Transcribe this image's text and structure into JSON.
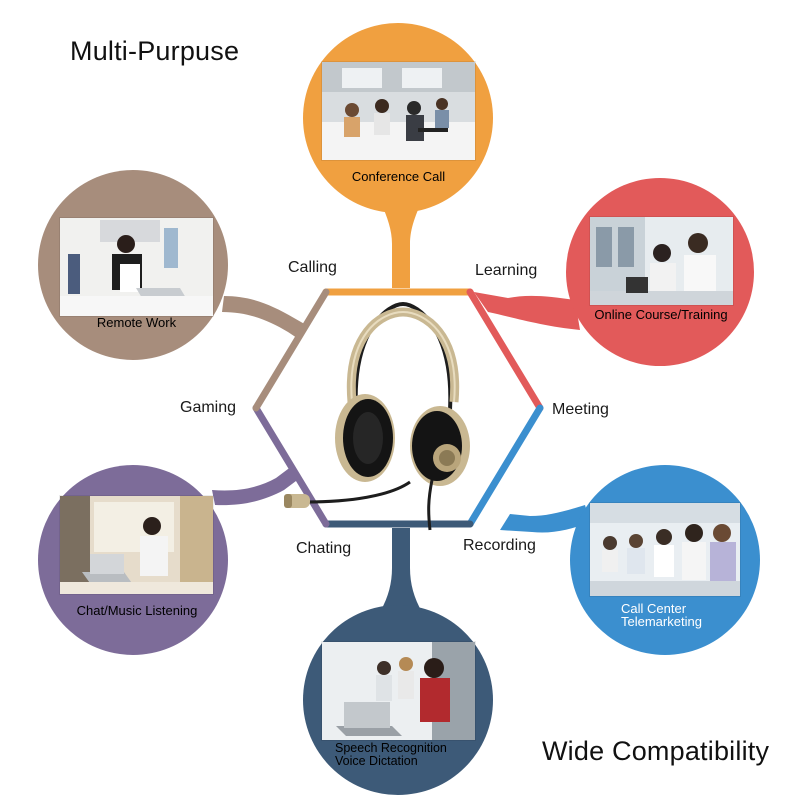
{
  "headings": {
    "top_left": "Multi-Purpuse",
    "bottom_right": "Wide Compatibility"
  },
  "hex_labels": {
    "calling": "Calling",
    "learning": "Learning",
    "gaming": "Gaming",
    "meeting": "Meeting",
    "chating": "Chating",
    "recording": "Recording"
  },
  "bubbles": [
    {
      "id": "conference",
      "caption_lines": [
        "Conference Call"
      ],
      "color": "#f0a040",
      "photo_icon": "office-meeting-photo"
    },
    {
      "id": "online",
      "caption_lines": [
        "Online Course/Training"
      ],
      "color": "#e25a5a",
      "photo_icon": "online-training-photo"
    },
    {
      "id": "callcenter",
      "caption_lines": [
        "Call Center",
        "Telemarketing"
      ],
      "color": "#3b8fcf",
      "photo_icon": "call-center-photo"
    },
    {
      "id": "speech",
      "caption_lines": [
        "Speech Recognition",
        "Voice Dictation"
      ],
      "color": "#3d5a78",
      "photo_icon": "laptop-headset-photo"
    },
    {
      "id": "chat",
      "caption_lines": [
        "Chat/Music Listening"
      ],
      "color": "#7d6c99",
      "photo_icon": "chat-laptop-photo"
    },
    {
      "id": "remote",
      "caption_lines": [
        "Remote Work"
      ],
      "color": "#a78d7c",
      "photo_icon": "remote-desk-photo"
    }
  ],
  "product": {
    "icon": "binaural-headset-icon",
    "color": "#c9b892"
  }
}
